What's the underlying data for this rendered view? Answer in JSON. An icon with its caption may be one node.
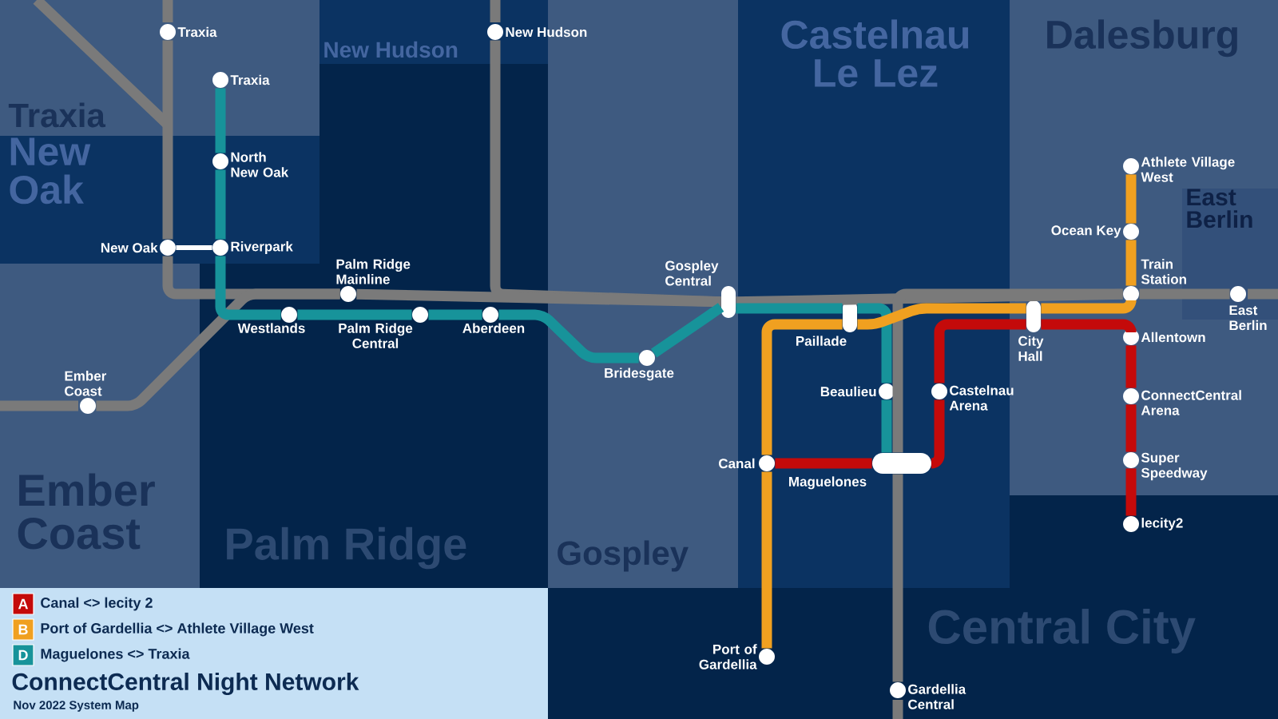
{
  "diagram": {
    "title": "ConnectCentral Night Network",
    "caption": "Nov 2022 System Map",
    "nodes": [
      {
        "text": [
          "Traxia"
        ]
      },
      {
        "text": [
          "New Hudson"
        ]
      },
      {
        "text": [
          "Traxia"
        ]
      },
      {
        "text": [
          "Athlete Village West"
        ]
      },
      {
        "text": [
          "North New Oak"
        ]
      },
      {
        "text": [
          "Ocean Key"
        ]
      },
      {
        "text": [
          "New Oak"
        ]
      },
      {
        "text": [
          "Riverpark"
        ]
      },
      {
        "text": [
          "Palm Ridge Mainline"
        ]
      },
      {
        "text": [
          "Gospley Central"
        ]
      },
      {
        "text": [
          "Train Station"
        ]
      },
      {
        "text": [
          "East Berlin"
        ]
      },
      {
        "text": [
          "Westlands"
        ]
      },
      {
        "text": [
          "Palm Ridge Central"
        ]
      },
      {
        "text": [
          "Aberdeen"
        ]
      },
      {
        "text": [
          "Paillade"
        ]
      },
      {
        "text": [
          "City Hall"
        ]
      },
      {
        "text": [
          "Allentown"
        ]
      },
      {
        "text": [
          "Bridesgate"
        ]
      },
      {
        "text": [
          "Beaulieu"
        ]
      },
      {
        "text": [
          "Castelnau Arena"
        ]
      },
      {
        "text": [
          "ConnectCentral Arena"
        ]
      },
      {
        "text": [
          "Ember Coast"
        ]
      },
      {
        "text": [
          "Canal"
        ]
      },
      {
        "text": [
          "Maguelones"
        ]
      },
      {
        "text": [
          "Super Speedway"
        ]
      },
      {
        "text": [
          "lecity2"
        ]
      },
      {
        "text": [
          "Port of Gardellia"
        ]
      },
      {
        "text": [
          "Gardellia Central"
        ]
      }
    ],
    "edges": [
      {
        "from": 0,
        "to": 6,
        "arrow": "none",
        "color": "#7a7a7a"
      },
      {
        "from": 6,
        "to": 8,
        "arrow": "none",
        "color": "#7a7a7a"
      },
      {
        "from": 22,
        "to": 8,
        "arrow": "none",
        "color": "#7a7a7a"
      },
      {
        "from": 1,
        "to": 9,
        "arrow": "none",
        "color": "#7a7a7a"
      },
      {
        "from": 8,
        "to": 9,
        "arrow": "none",
        "color": "#7a7a7a"
      },
      {
        "from": 9,
        "to": 10,
        "arrow": "none",
        "color": "#7a7a7a"
      },
      {
        "from": 10,
        "to": 11,
        "arrow": "none",
        "color": "#7a7a7a"
      },
      {
        "from": 28,
        "to": 24,
        "arrow": "none",
        "color": "#7a7a7a"
      },
      {
        "from": 24,
        "to": 10,
        "arrow": "none",
        "color": "#7a7a7a"
      },
      {
        "from": 2,
        "to": 4,
        "arrow": "none"
      },
      {
        "from": 4,
        "to": 7,
        "arrow": "none"
      },
      {
        "from": 7,
        "to": 12,
        "arrow": "none"
      },
      {
        "from": 12,
        "to": 13,
        "arrow": "none"
      },
      {
        "from": 13,
        "to": 14,
        "arrow": "none"
      },
      {
        "from": 14,
        "to": 18,
        "arrow": "none"
      },
      {
        "from": 18,
        "to": 9,
        "arrow": "none"
      },
      {
        "from": 9,
        "to": 15,
        "arrow": "none"
      },
      {
        "from": 15,
        "to": 19,
        "arrow": "none"
      },
      {
        "from": 19,
        "to": 24,
        "arrow": "none"
      },
      {
        "from": 3,
        "to": 5,
        "arrow": "none",
        "color": "#f0a020"
      },
      {
        "from": 5,
        "to": 10,
        "arrow": "none",
        "color": "#f0a020"
      },
      {
        "from": 10,
        "to": 16,
        "arrow": "none",
        "color": "#f0a020"
      },
      {
        "from": 16,
        "to": 15,
        "arrow": "none",
        "color": "#f0a020"
      },
      {
        "from": 15,
        "to": 23,
        "arrow": "none",
        "color": "#f0a020"
      },
      {
        "from": 23,
        "to": 27,
        "arrow": "none",
        "color": "#f0a020"
      },
      {
        "from": 23,
        "to": 24,
        "arrow": "none",
        "color": "#c40a0a"
      },
      {
        "from": 24,
        "to": 20,
        "arrow": "none",
        "color": "#c40a0a"
      },
      {
        "from": 20,
        "to": 16,
        "arrow": "none",
        "color": "#c40a0a"
      },
      {
        "from": 16,
        "to": 17,
        "arrow": "none",
        "color": "#c40a0a"
      },
      {
        "from": 17,
        "to": 21,
        "arrow": "none",
        "color": "#c40a0a"
      },
      {
        "from": 21,
        "to": 25,
        "arrow": "none",
        "color": "#c40a0a"
      },
      {
        "from": 25,
        "to": 26,
        "arrow": "none",
        "color": "#c40a0a"
      },
      {
        "from": 6,
        "to": 7,
        "arrow": "none",
        "color": "#ffffff"
      }
    ],
    "labels": [
      "New Hudson",
      "Castelnau Le Lez",
      "Dalesburg",
      "Traxia",
      "New Oak",
      "East Berlin",
      "Ember Coast",
      "Palm Ridge",
      "Gospley",
      "Central City",
      "A",
      "B",
      "D"
    ],
    "legend": [
      {
        "text": "Canal <> lecity 2",
        "color": "#c40a0a"
      },
      {
        "text": "Port of Gardellia <> Athlete Village West",
        "color": "#f0a020"
      },
      {
        "text": "Maguelones <> Traxia",
        "color": "#17939a"
      }
    ]
  }
}
